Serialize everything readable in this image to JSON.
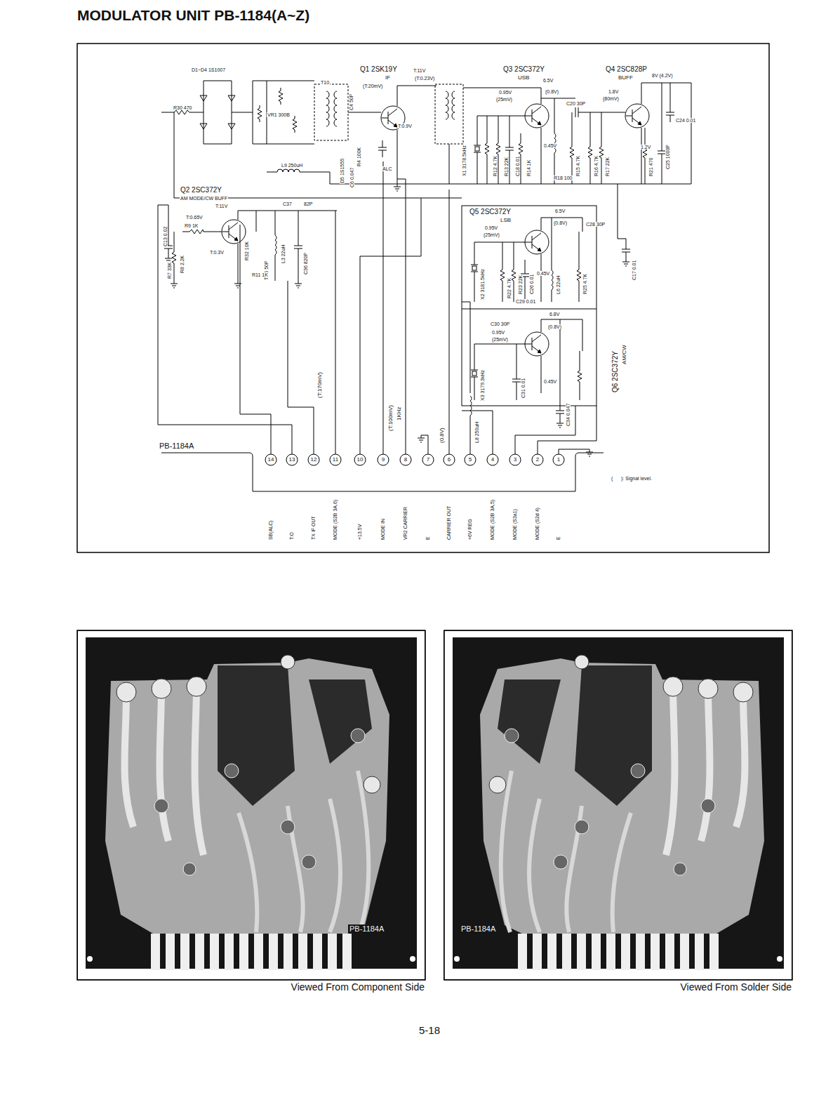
{
  "diagram": {
    "title": "MODULATOR UNIT PB-1184(A~Z)",
    "nodes": [
      {
        "text": [
          "PB-1184A",
          "Viewed From Component Side"
        ]
      },
      {
        "text": [
          "PB-1184A",
          "Viewed From Solder Side"
        ]
      }
    ],
    "labels": [
      "D1~D4 1S1007",
      "T10",
      "VR1 300B",
      "R30 470",
      "C4 50P",
      "Q1 2SK19Y",
      "IF",
      "(T:20mV)",
      "T:11V",
      "(T:0.23V)",
      "T:0.9V",
      "R4 100K",
      "L9 250uH",
      "D5 1S1555",
      "C6 0.047",
      "ALC",
      "X1 3178.5kHz",
      "R12 4.7K",
      "R13 22K",
      "C18 0.01",
      "R14 1K",
      "Q3 2SC372Y",
      "USB",
      "6.5V",
      "(0.8V)",
      "0.95V",
      "(25mV)",
      "0.45V",
      "C20 30P",
      "R15 4.7K",
      "R16 4.7K",
      "R17 22K",
      "Q4 2SC828P",
      "BUFF",
      "8V (4.2V)",
      "1.8V",
      "(80mV)",
      "1.2V",
      "R21 470",
      "C25 1000P",
      "C24 0.01",
      "R18 100",
      "Q2 2SC372Y",
      "AM MODE/CW BUFF",
      "T:11V",
      "T:0.65V",
      "C13 0.02",
      "R9 1K",
      "R7 33K",
      "R8 2.2K",
      "T:0.3V",
      "R32 10K",
      "L3 22uH",
      "TC5 50P",
      "R11 1K",
      "C37",
      "82P",
      "C36 820P",
      "Q5 2SC372Y",
      "LSB",
      "6.5V",
      "(0.8V)",
      "0.95V",
      "(25mV)",
      "X2 3181.5kHz",
      "R22 4.7K",
      "R23 22K",
      "C26 0.01",
      "0.45V",
      "L6 22uH",
      "C28 30P",
      "R25 4.7K",
      "C17 0.01",
      "C29 0.01",
      "C30 30P",
      "6.8V",
      "(0.8V)",
      "0.95V",
      "(25mV)",
      "X3 3179.3kHz",
      "C31 0.01",
      "0.45V",
      "C34 0.047",
      "Q6 2SC372Y",
      "AM/CW",
      "(T:170mV)",
      "(T:100mV)",
      "1KHz",
      "(0.8V)",
      "L8 250uH",
      "PB-1184A",
      "(      ): Signal level.",
      "14",
      "13",
      "12",
      "11",
      "10",
      "9",
      "8",
      "7",
      "6",
      "5",
      "4",
      "3",
      "2",
      "1",
      "SB(ALC)",
      "T:O",
      "TX IF OUT",
      "MODE (S2B 3A,6)",
      "+13.5V",
      "MODE IN",
      "VR2 CARRIER",
      "E",
      "CARRIER OUT",
      "+6V REG",
      "MODE (S2B 3A,5)",
      "MODE (S3a1)",
      "MODE (S2d 4)",
      "E",
      "5-18"
    ]
  }
}
